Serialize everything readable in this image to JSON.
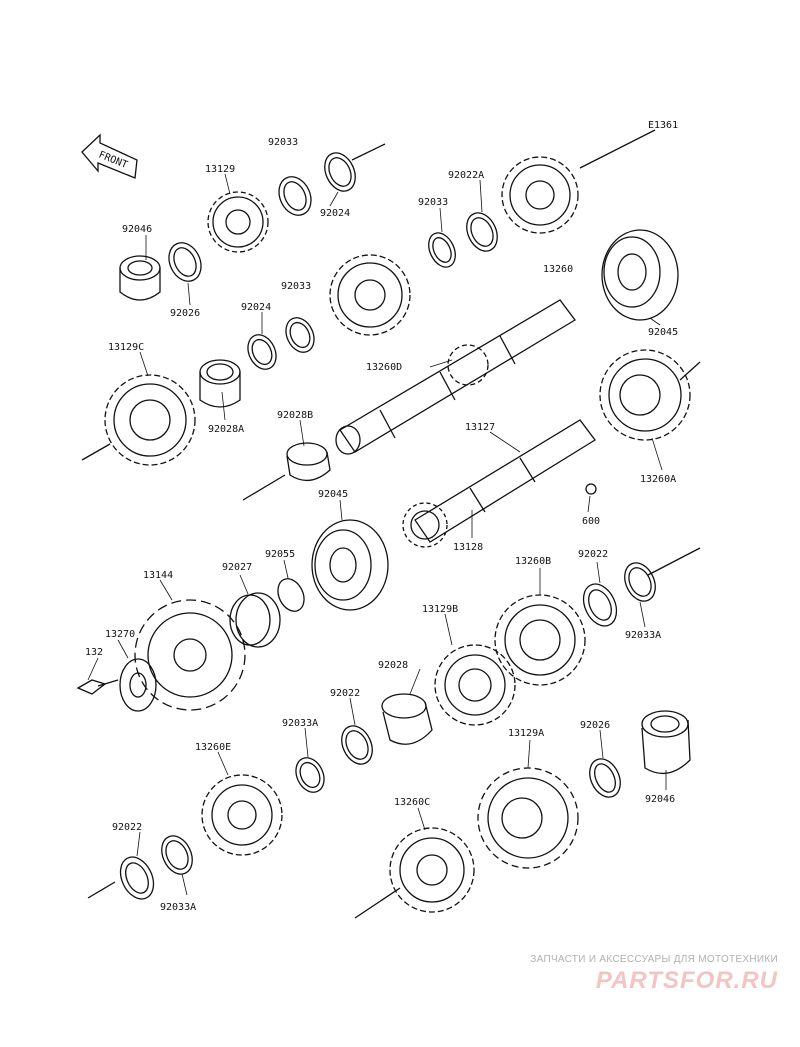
{
  "diagram": {
    "ref": "E1361",
    "front_label": "FRONT",
    "parts": {
      "p92033_top": "92033",
      "p13129": "13129",
      "p92024_top": "92024",
      "p92046_top": "92046",
      "p92026_top": "92026",
      "p92022A": "92022A",
      "p92033_mid": "92033",
      "p13260": "13260",
      "p92045_top": "92045",
      "p92033_left": "92033",
      "p92024_mid": "92024",
      "p13129C": "13129C",
      "p92028A": "92028A",
      "p13260D": "13260D",
      "p92028B": "92028B",
      "p13127": "13127",
      "p13260A": "13260A",
      "p600": "600",
      "p92045_mid": "92045",
      "p13128": "13128",
      "p13144": "13144",
      "p92027": "92027",
      "p92055": "92055",
      "p13260B": "13260B",
      "p92022_right": "92022",
      "p13270": "13270",
      "p132": "132",
      "p13129B": "13129B",
      "p92033A_right": "92033A",
      "p92028": "92028",
      "p92022_mid": "92022",
      "p92033A_mid": "92033A",
      "p13260E": "13260E",
      "p13129A": "13129A",
      "p92026_bot": "92026",
      "p92046_bot": "92046",
      "p13260C": "13260C",
      "p92022_bot": "92022",
      "p92033A_bot": "92033A"
    }
  },
  "watermark": {
    "tagline": "ЗАПЧАСТИ И АКСЕССУАРЫ ДЛЯ МОТОТЕХНИКИ",
    "logo": "PARTSFOR.RU"
  }
}
